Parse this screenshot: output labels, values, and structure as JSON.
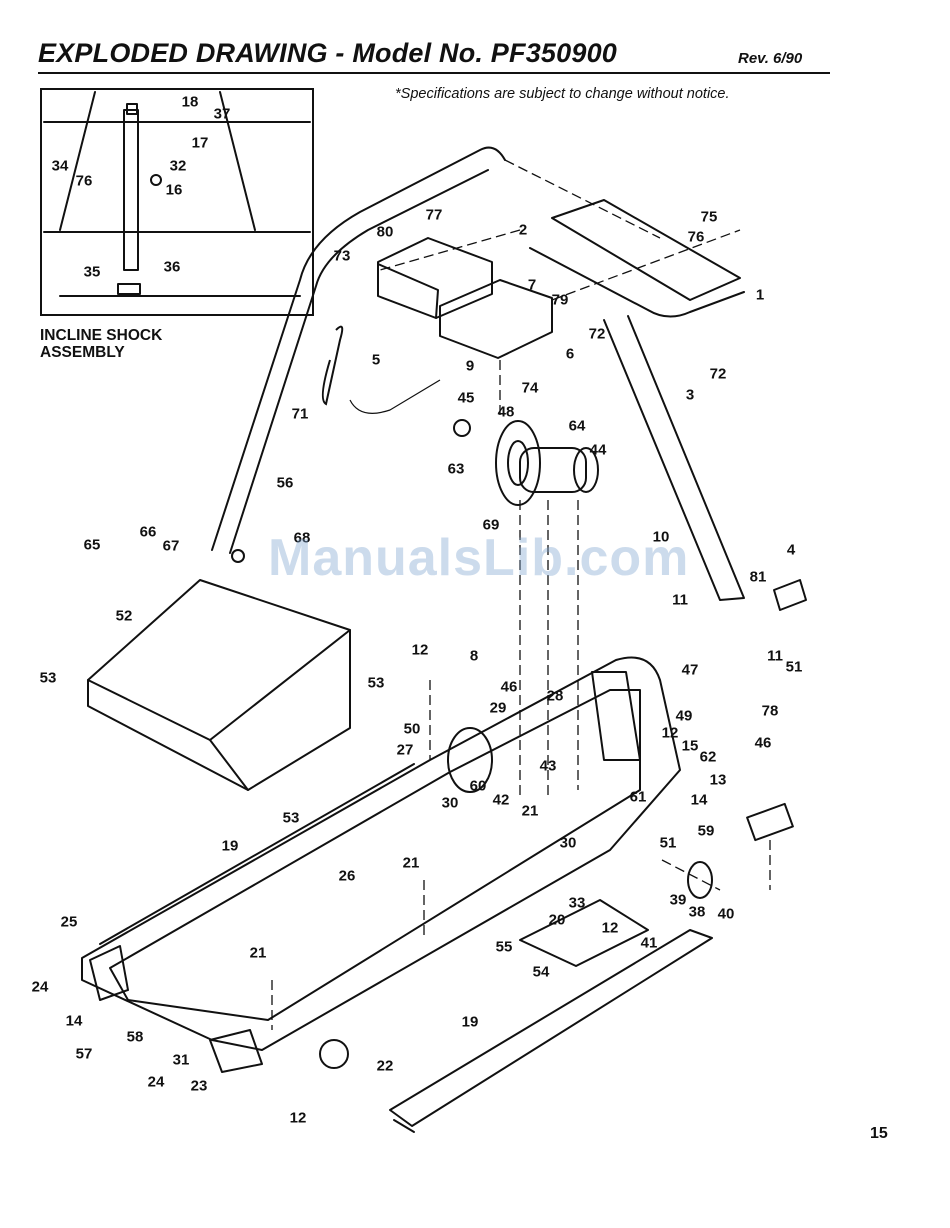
{
  "header": {
    "title": "EXPLODED DRAWING - Model No. PF350900",
    "revision": "Rev. 6/90",
    "notice": "*Specifications are subject to change without notice."
  },
  "inset": {
    "label": "INCLINE SHOCK\nASSEMBLY",
    "parts": [
      "18",
      "37",
      "17",
      "34",
      "76",
      "32",
      "16",
      "35",
      "36"
    ]
  },
  "watermark": "ManualsLib.com",
  "page_number": "15",
  "parts": [
    "80",
    "77",
    "75",
    "2",
    "76",
    "73",
    "7",
    "79",
    "1",
    "5",
    "9",
    "74",
    "6",
    "72",
    "72",
    "71",
    "48",
    "45",
    "3",
    "64",
    "44",
    "56",
    "63",
    "66",
    "67",
    "69",
    "68",
    "10",
    "65",
    "4",
    "81",
    "11",
    "11",
    "52",
    "47",
    "51",
    "12",
    "8",
    "46",
    "78",
    "53",
    "53",
    "28",
    "49",
    "29",
    "50",
    "12",
    "27",
    "15",
    "62",
    "46",
    "43",
    "60",
    "30",
    "13",
    "42",
    "61",
    "21",
    "14",
    "59",
    "53",
    "30",
    "19",
    "51",
    "21",
    "26",
    "25",
    "33",
    "39",
    "38",
    "40",
    "20",
    "12",
    "41",
    "55",
    "21",
    "24",
    "54",
    "14",
    "58",
    "19",
    "57",
    "31",
    "22",
    "24",
    "23",
    "12"
  ]
}
